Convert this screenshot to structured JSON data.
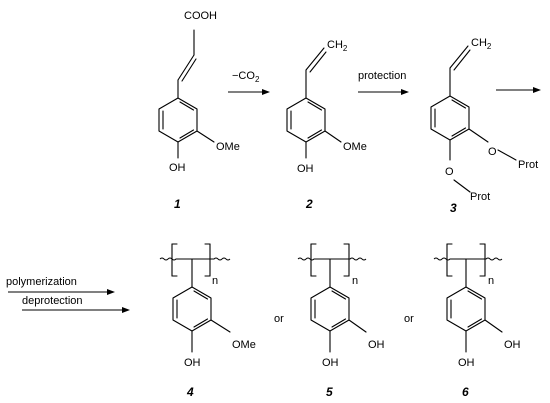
{
  "compounds": {
    "c1": {
      "number": "1",
      "top_group": "COOH",
      "meta_group": "OMe",
      "para_group": "OH"
    },
    "c2": {
      "number": "2",
      "vinyl_end": "CH",
      "vinyl_end_sub": "2",
      "meta_group": "OMe",
      "para_group": "OH"
    },
    "c3": {
      "number": "3",
      "vinyl_end": "CH",
      "vinyl_end_sub": "2",
      "meta_prot": "Prot",
      "para_prot": "Prot",
      "oxygen": "O"
    },
    "c4": {
      "number": "4",
      "repeat": "n",
      "meta_group": "OMe",
      "para_group": "OH"
    },
    "c5": {
      "number": "5",
      "repeat": "n",
      "meta_group": "OH",
      "para_group": "OH"
    },
    "c6": {
      "number": "6",
      "repeat": "n",
      "meta_group": "OH",
      "para_group": "OH"
    }
  },
  "arrows": {
    "a1": {
      "label_main": "−CO",
      "label_sub": "2"
    },
    "a2": {
      "label": "protection"
    },
    "a4": {
      "label_top": "polymerization",
      "label_bottom": "deprotection"
    }
  },
  "connectors": {
    "or1": "or",
    "or2": "or"
  }
}
